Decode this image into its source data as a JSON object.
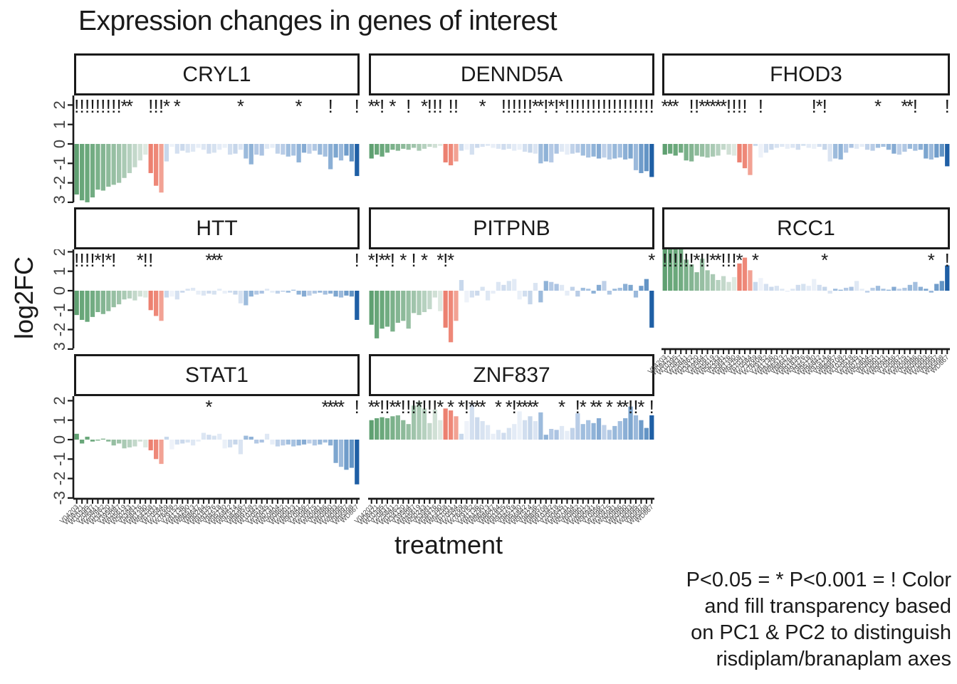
{
  "title": "Expression changes in genes of interest",
  "y_axis": {
    "label": "log2FC",
    "ticks": [
      2,
      1,
      0,
      -1,
      -2,
      -3
    ]
  },
  "x_axis": {
    "label": "treatment",
    "tick_labels": [
      "V04203",
      "W08421",
      "W10395",
      "V20837",
      "W25841",
      "W02862",
      "W34120",
      "V39564",
      "W42087",
      "W45619",
      "W50243",
      "V53981",
      "W58476",
      "W61390",
      "W64258",
      "V67031",
      "W70584",
      "W73269",
      "W76408",
      "V79152",
      "W81736",
      "W84290",
      "W86513",
      "V88647",
      "W90284",
      "W91835",
      "W93276",
      "V94518",
      "W95730",
      "W96842",
      "W97514",
      "V98236",
      "W98957",
      "W99108",
      "W10342",
      "V20518",
      "W30645",
      "W40731",
      "W50804",
      "V60862",
      "W70901",
      "W80923",
      "W90941",
      "V10956",
      "W20967",
      "W30975",
      "W40981",
      "V50986",
      "W60990",
      "W70993",
      "W80995",
      "V90997",
      "W95998",
      "WD867"
    ]
  },
  "caption": {
    "lines": [
      "P<0.05 = * P<0.001 = ! Color",
      "and fill transparency based",
      "on PC1 & PC2 to distinguish",
      "risdiplam/branaplam axes"
    ]
  },
  "palette": {
    "axis_color": "#1a1a1a",
    "tick_text_color": "#404040",
    "x_label_color": "#4d4d4d",
    "bar_colors": [
      "#5fa071",
      "#68a679",
      "#6aa87b",
      "#72ac82",
      "#7bb18a",
      "#84b592",
      "#8dba9a",
      "#96bfa2",
      "#a0c4ab",
      "#aacab4",
      "#b6d1bf",
      "#c3d8ca",
      "#d0e0d5",
      "#dee9e1",
      "#ec8070",
      "#ee8878",
      "#f2a294",
      "#c8d8ec",
      "#eef2f9",
      "#d4e0f0",
      "#cbd9ec",
      "#d8e3f1",
      "#dfe8f4",
      "#e8eef7",
      "#dce6f3",
      "#cfdcee",
      "#d6e2f0",
      "#e3ebf6",
      "#eaf0f8",
      "#d1deef",
      "#c6d6ea",
      "#dae4f2",
      "#9dbbdc",
      "#8fb2d7",
      "#b4c9e5",
      "#abc3e2",
      "#dfe8f4",
      "#e6edf7",
      "#c0d2e9",
      "#b8cce6",
      "#9fbdde",
      "#a7c2e1",
      "#90b3d8",
      "#86abd3",
      "#bed0e8",
      "#b0c7e3",
      "#98b8da",
      "#a3bfdf",
      "#8bafd5",
      "#7da6cf",
      "#9bb9db",
      "#6f9cca",
      "#6394c5",
      "#1f5fa5"
    ]
  },
  "chart_data": {
    "type": "bar",
    "title": "Expression changes in genes of interest",
    "xlabel": "treatment",
    "ylabel": "log2FC",
    "ylim": [
      -3,
      2.5
    ],
    "yticks": [
      2,
      1,
      0,
      -1,
      -2,
      -3
    ],
    "grid": false,
    "legend": "none",
    "significance_codes": {
      "*": "P<0.05",
      "!": "P<0.001"
    },
    "facets": [
      {
        "gene": "CRYL1",
        "values": [
          -2.6,
          -2.9,
          -3.0,
          -2.75,
          -2.35,
          -2.4,
          -2.2,
          -2.1,
          -2.0,
          -1.75,
          -1.5,
          -1.2,
          -0.85,
          -0.55,
          -1.5,
          -2.15,
          -2.5,
          -0.9,
          -0.15,
          -0.5,
          -0.35,
          -0.45,
          -0.4,
          -0.2,
          -0.3,
          -0.5,
          -0.45,
          -0.3,
          -0.2,
          -0.55,
          -0.5,
          -0.3,
          -0.75,
          -1.05,
          -0.55,
          -0.6,
          -0.25,
          -0.2,
          -0.5,
          -0.55,
          -0.65,
          -0.6,
          -0.95,
          -0.45,
          -0.5,
          -0.35,
          -0.55,
          -0.65,
          -1.3,
          -0.7,
          -0.85,
          -0.6,
          -0.9,
          -1.65
        ],
        "significance": {
          "0": "!",
          "1": "!",
          "2": "!",
          "3": "!",
          "4": "!",
          "5": "!",
          "6": "!",
          "7": "!",
          "8": "!",
          "9": "*",
          "10": "*",
          "14": "!",
          "15": "!",
          "16": "!",
          "17": "*",
          "19": "*",
          "31": "*",
          "42": "*",
          "48": "!",
          "53": "!"
        }
      },
      {
        "gene": "DENND5A",
        "values": [
          -0.75,
          -0.55,
          -0.65,
          -0.45,
          -0.3,
          -0.35,
          -0.25,
          -0.3,
          -0.2,
          -0.35,
          -0.25,
          -0.15,
          -0.2,
          -0.1,
          -0.95,
          -1.1,
          -0.9,
          -0.35,
          -0.3,
          -0.55,
          -0.2,
          -0.15,
          -0.1,
          -0.2,
          -0.25,
          -0.3,
          -0.25,
          -0.35,
          -0.3,
          -0.4,
          -0.45,
          -0.5,
          -1.0,
          -0.9,
          -0.95,
          -0.5,
          -0.4,
          -0.55,
          -0.5,
          -0.45,
          -0.6,
          -0.7,
          -0.65,
          -0.75,
          -0.7,
          -0.8,
          -0.75,
          -0.7,
          -0.8,
          -0.75,
          -1.35,
          -1.5,
          -1.4,
          -1.7
        ],
        "significance": {
          "0": "*",
          "1": "*",
          "2": "!",
          "4": "*",
          "7": "!",
          "10": "*",
          "11": "!",
          "12": "!",
          "13": "!",
          "15": "!",
          "16": "!",
          "21": "*",
          "25": "!",
          "26": "!",
          "27": "!",
          "28": "!",
          "29": "!",
          "30": "!",
          "31": "*",
          "32": "*",
          "33": "!",
          "34": "*",
          "35": "!",
          "36": "*",
          "37": "!",
          "38": "!",
          "39": "!",
          "40": "!",
          "41": "!",
          "42": "!",
          "43": "!",
          "44": "!",
          "45": "!",
          "46": "!",
          "47": "!",
          "48": "!",
          "49": "!",
          "50": "!",
          "51": "!",
          "52": "!",
          "53": "!"
        }
      },
      {
        "gene": "FHOD3",
        "values": [
          -0.55,
          -0.5,
          -0.6,
          -0.45,
          -0.85,
          -0.9,
          -0.6,
          -0.65,
          -0.7,
          -0.65,
          -0.6,
          -0.3,
          -0.55,
          -0.6,
          -0.95,
          -1.25,
          -1.6,
          -0.1,
          -0.7,
          -0.45,
          -0.3,
          -0.2,
          -0.15,
          -0.25,
          -0.2,
          -0.3,
          -0.1,
          -0.2,
          -0.25,
          -0.15,
          -0.3,
          -0.9,
          -0.75,
          -0.8,
          -0.45,
          -0.2,
          -0.25,
          -0.15,
          -0.3,
          -0.35,
          -0.2,
          -0.15,
          -0.3,
          -0.5,
          -0.55,
          -0.4,
          -0.25,
          -0.35,
          -0.3,
          -0.75,
          -0.8,
          -0.7,
          -0.65,
          -1.15
        ],
        "significance": {
          "0": "*",
          "1": "*",
          "2": "*",
          "5": "!",
          "6": "!",
          "7": "*",
          "8": "*",
          "9": "*",
          "10": "*",
          "11": "*",
          "12": "!",
          "13": "!",
          "14": "!",
          "15": "!",
          "18": "!",
          "28": "!",
          "29": "*",
          "30": "!",
          "40": "*",
          "45": "*",
          "46": "*",
          "47": "!",
          "53": "!"
        }
      },
      {
        "gene": "HTT",
        "values": [
          -1.25,
          -1.5,
          -1.6,
          -1.35,
          -1.1,
          -1.2,
          -1.05,
          -0.85,
          -0.7,
          -0.45,
          -0.4,
          -0.5,
          -0.3,
          -0.35,
          -1.0,
          -1.3,
          -1.55,
          -0.35,
          -0.3,
          -0.45,
          -0.1,
          0.1,
          0.15,
          -0.2,
          -0.25,
          -0.15,
          -0.2,
          0.1,
          -0.15,
          -0.1,
          -0.2,
          -0.65,
          -0.75,
          -0.3,
          -0.2,
          -0.15,
          0.1,
          -0.1,
          -0.15,
          -0.05,
          -0.1,
          0.05,
          -0.2,
          -0.3,
          -0.25,
          -0.15,
          -0.1,
          -0.2,
          -0.15,
          -0.3,
          -0.35,
          -0.25,
          -0.3,
          -1.5
        ],
        "significance": {
          "0": "!",
          "1": "!",
          "2": "!",
          "3": "!",
          "4": "*",
          "5": "!",
          "6": "*",
          "7": "!",
          "12": "*",
          "13": "!",
          "14": "!",
          "25": "*",
          "26": "*",
          "27": "*",
          "53": "!"
        }
      },
      {
        "gene": "PITPNB",
        "values": [
          -1.75,
          -2.45,
          -1.95,
          -1.85,
          -2.1,
          -1.65,
          -1.55,
          -1.95,
          -1.15,
          -1.25,
          -1.1,
          -0.95,
          -0.35,
          -1.05,
          -1.9,
          -2.65,
          -1.55,
          0.55,
          -0.6,
          -0.35,
          -0.25,
          0.2,
          -0.5,
          -0.15,
          0.45,
          0.3,
          0.5,
          0.6,
          -0.45,
          -0.3,
          -0.7,
          0.4,
          -0.6,
          0.5,
          0.45,
          0.35,
          0.3,
          -0.25,
          0.2,
          -0.3,
          0.15,
          0.1,
          -0.15,
          0.3,
          0.5,
          -0.2,
          0.1,
          0.15,
          0.35,
          0.3,
          -0.35,
          0.25,
          0.6,
          -1.9
        ],
        "significance": {
          "0": "*",
          "1": "!",
          "2": "*",
          "3": "*",
          "4": "!",
          "6": "*",
          "8": "!",
          "10": "*",
          "13": "*",
          "14": "!",
          "15": "*",
          "53": "*"
        }
      },
      {
        "gene": "RCC1",
        "values": [
          2.5,
          2.45,
          2.55,
          2.4,
          1.6,
          1.35,
          0.95,
          1.65,
          1.05,
          0.85,
          0.55,
          0.75,
          0.45,
          0.7,
          1.4,
          1.7,
          1.05,
          0.45,
          0.65,
          0.35,
          0.2,
          0.25,
          0.1,
          -0.05,
          0.1,
          0.3,
          0.35,
          0.25,
          0.6,
          0.3,
          0.2,
          -0.15,
          0.1,
          0.05,
          0.15,
          0.2,
          0.5,
          0.1,
          -0.1,
          0.15,
          0.25,
          0.1,
          0.05,
          0.2,
          0.1,
          0.15,
          0.3,
          0.45,
          0.2,
          0.1,
          -0.1,
          0.35,
          0.5,
          1.3
        ],
        "significance": {
          "0": "!",
          "1": "!",
          "2": "!",
          "3": "!",
          "4": "!",
          "5": "!",
          "6": "*",
          "7": "!",
          "8": "!",
          "9": "*",
          "10": "*",
          "11": "!",
          "12": "!",
          "13": "!",
          "14": "*",
          "17": "*",
          "30": "*",
          "50": "*",
          "53": "!"
        }
      },
      {
        "gene": "STAT1",
        "values": [
          0.3,
          -0.2,
          0.15,
          -0.1,
          -0.05,
          0.05,
          -0.1,
          -0.3,
          -0.2,
          -0.45,
          -0.4,
          -0.35,
          -0.1,
          -0.4,
          -0.55,
          -1.0,
          -1.25,
          0.15,
          -0.5,
          -0.25,
          -0.2,
          -0.15,
          -0.3,
          -0.1,
          0.35,
          0.25,
          0.2,
          0.3,
          -0.45,
          -0.4,
          -0.25,
          -0.75,
          0.2,
          0.15,
          -0.2,
          -0.15,
          0.3,
          -0.25,
          -0.35,
          -0.3,
          -0.25,
          -0.35,
          -0.3,
          -0.25,
          -0.2,
          -0.3,
          -0.25,
          -0.15,
          -0.3,
          -1.2,
          -1.4,
          -1.55,
          -1.45,
          -2.3
        ],
        "significance": {
          "25": "*",
          "47": "*",
          "48": "*",
          "49": "*",
          "50": "*",
          "53": "!"
        }
      },
      {
        "gene": "ZNF837",
        "values": [
          1.0,
          1.1,
          1.15,
          1.1,
          1.2,
          1.25,
          1.0,
          0.8,
          1.75,
          1.95,
          1.6,
          0.85,
          1.55,
          1.0,
          1.6,
          1.5,
          1.2,
          0.3,
          0.95,
          1.85,
          1.15,
          0.95,
          0.75,
          0.3,
          0.5,
          0.35,
          0.6,
          0.8,
          1.45,
          1.0,
          1.2,
          0.95,
          1.4,
          0.25,
          0.55,
          0.5,
          0.7,
          0.45,
          0.6,
          1.35,
          0.8,
          1.0,
          0.85,
          1.1,
          0.75,
          0.5,
          0.7,
          0.95,
          1.1,
          1.7,
          1.25,
          1.0,
          0.6,
          1.25
        ],
        "significance": {
          "0": "*",
          "1": "*",
          "2": "!",
          "3": "!",
          "4": "*",
          "5": "*",
          "6": "!",
          "7": "!",
          "8": "!",
          "9": "*",
          "10": "!",
          "11": "!",
          "12": "!",
          "13": "*",
          "15": "*",
          "17": "*",
          "18": "!",
          "19": "*",
          "20": "*",
          "21": "*",
          "24": "*",
          "26": "*",
          "27": "!",
          "28": "*",
          "29": "*",
          "30": "*",
          "31": "*",
          "36": "*",
          "39": "!",
          "40": "*",
          "42": "*",
          "43": "*",
          "45": "*",
          "47": "*",
          "48": "*",
          "49": "!",
          "50": "!",
          "51": "*",
          "53": "!"
        }
      }
    ]
  }
}
